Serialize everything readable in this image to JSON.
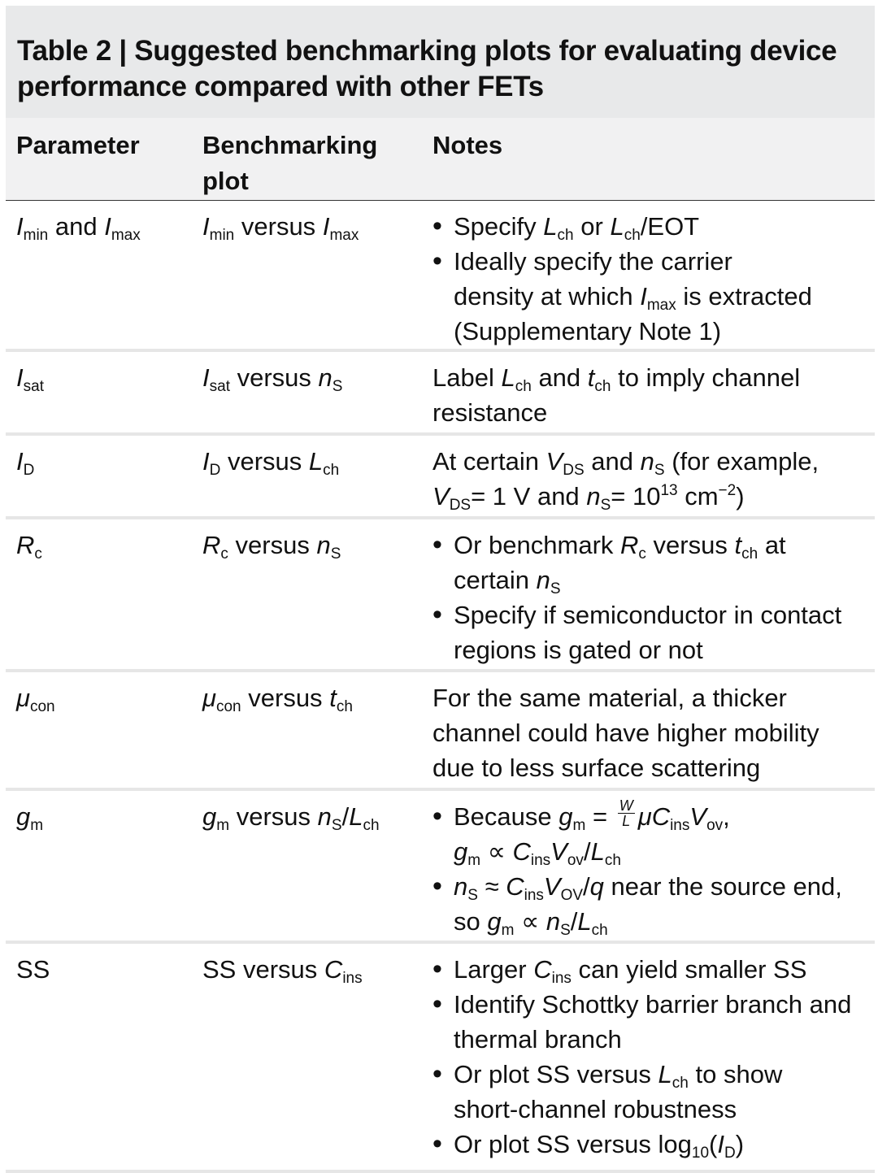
{
  "caption": {
    "line1": "Table 2 | Suggested benchmarking plots for evaluating device",
    "line2": "performance compared with other FETs"
  },
  "headers": {
    "parameter": "Parameter",
    "plot_line1": "Benchmarking",
    "plot_line2": "plot",
    "notes": "Notes"
  },
  "rows": [
    {
      "parameter": "Imin and Imax",
      "plot": "Imin versus Imax",
      "notes": [
        "Specify Lch or Lch/EOT",
        "Ideally specify the carrier density at which Imax is extracted (Supplementary Note 1)"
      ]
    },
    {
      "parameter": "Isat",
      "plot": "Isat versus nS",
      "notes": [
        "Label Lch and tch to imply channel resistance"
      ]
    },
    {
      "parameter": "ID",
      "plot": "ID versus Lch",
      "notes": [
        "At certain VDS and nS (for example, VDS = 1 V and nS = 10^13 cm^−2)"
      ]
    },
    {
      "parameter": "Rc",
      "plot": "Rc versus nS",
      "notes": [
        "Or benchmark Rc versus tch at certain nS",
        "Specify if semiconductor in contact regions is gated or not"
      ]
    },
    {
      "parameter": "μcon",
      "plot": "μcon versus tch",
      "notes": [
        "For the same material, a thicker channel could have higher mobility due to less surface scattering"
      ]
    },
    {
      "parameter": "gm",
      "plot": "gm versus nS/Lch",
      "notes": [
        "Because gm = (W/L) μ Cins Vov, gm ∝ Cins Vov/Lch",
        "nS ≈ Cins VOV/q near the source end, so gm ∝ nS/Lch"
      ]
    },
    {
      "parameter": "SS",
      "plot": "SS versus Cins",
      "notes": [
        "Larger Cins can yield smaller SS",
        "Identify Schottky barrier branch and thermal branch",
        "Or plot SS versus Lch to show short-channel robustness",
        "Or plot SS versus log10(ID)"
      ]
    }
  ],
  "text": {
    "and": "and",
    "versus": "versus",
    "or": "or",
    "slash_eot": "/EOT",
    "specify": "Specify",
    "ideally_1": "Ideally specify the carrier",
    "ideally_2a": "density at which",
    "ideally_2b": "is extracted",
    "ideally_3": "(Supplementary Note 1)",
    "label": "Label",
    "label_1b": "to imply channel",
    "label_2": "resistance",
    "at_certain": "At certain",
    "for_example": "(for example,",
    "eq_1v": "= 1 V and",
    "eq_exp_base": "= 10",
    "exp13": "13",
    "unit_cm": "cm",
    "exp_neg2": "−2",
    "close_paren": ")",
    "or_benchmark": "Or benchmark",
    "at": "at",
    "certain": "certain",
    "specify_if": "Specify if semiconductor in contact",
    "regions": "regions is gated or not",
    "mu_1": "For the same material, a thicker",
    "mu_2": "channel could have higher mobility",
    "mu_3": "due to less surface scattering",
    "because": "Because",
    "equals": "=",
    "frac_num": "W",
    "frac_den": "L",
    "comma": ",",
    "propto": "∝",
    "approx": "≈",
    "slash": "/",
    "q_near": "q",
    "near_source": "near the source end,",
    "so": "so",
    "larger": "Larger",
    "can_yield": "can yield smaller SS",
    "identify_1": "Identify Schottky barrier branch and",
    "identify_2": "thermal branch",
    "or_plot": "Or plot SS versus",
    "to_show": "to show",
    "short_channel": "short-channel robustness",
    "or_plot_log": "Or plot SS versus log",
    "log_sub": "10",
    "open_paren": "(",
    "I": "I",
    "R": "R",
    "V": "V",
    "L": "L",
    "t": "t",
    "n": "n",
    "g": "g",
    "C": "C",
    "mu": "μ",
    "SS": "SS",
    "sub_min": "min",
    "sub_max": "max",
    "sub_sat": "sat",
    "sub_D": "D",
    "sub_c": "c",
    "sub_con": "con",
    "sub_m": "m",
    "sub_ch": "ch",
    "sub_S": "S",
    "sub_DS": "DS",
    "sub_ins": "ins",
    "sub_ov": "ov",
    "sub_OV": "OV"
  }
}
